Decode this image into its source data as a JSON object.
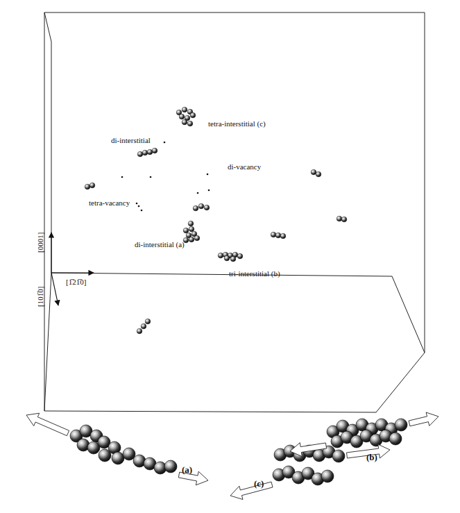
{
  "diagram": {
    "labels": [
      "tetra-interstitial (c)",
      "di-interstitial",
      "di-vacancy",
      "tetra-vacancy",
      "di-interstitial (a)",
      "tri-interstitial (b)",
      "[0001]",
      "[1̅21̅0]",
      "[101̅0]",
      "(a)",
      "(b)",
      "(c)"
    ]
  }
}
